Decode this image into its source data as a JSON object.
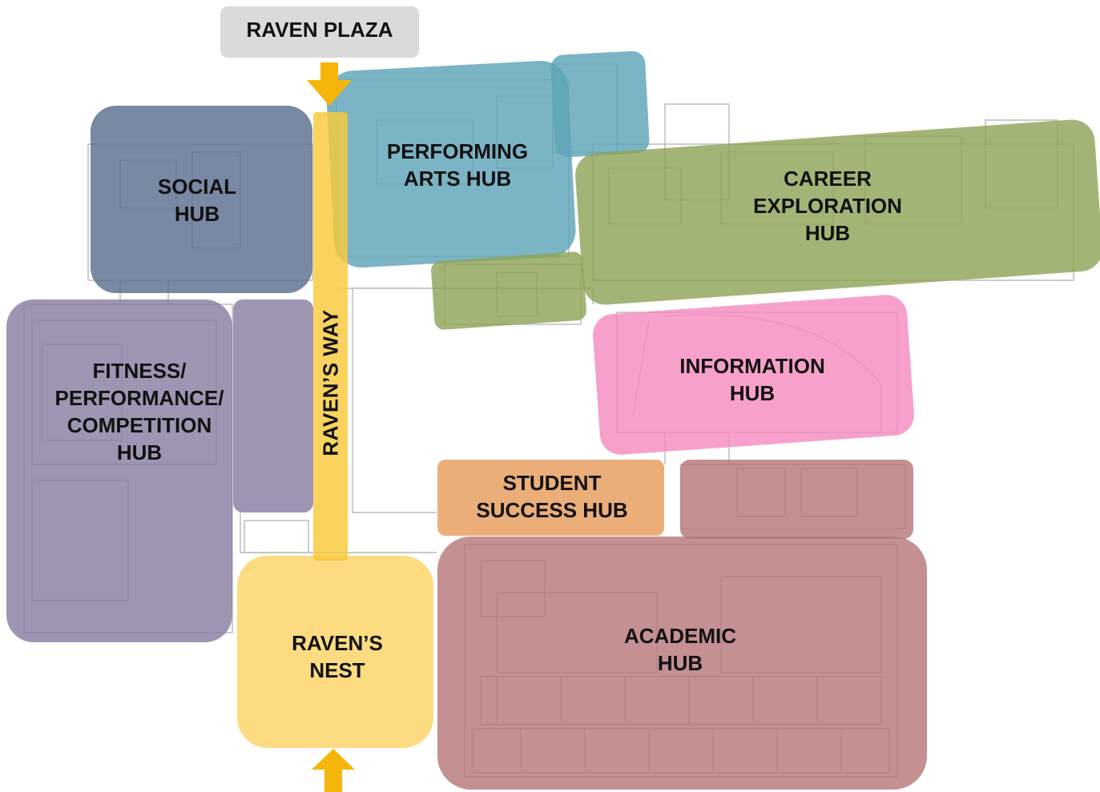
{
  "plaza": {
    "label": "RAVEN PLAZA"
  },
  "walkway": {
    "label": "RAVEN’S WAY"
  },
  "hubs": [
    {
      "name": "social-hub",
      "color": "#5b6e8f",
      "lines": [
        "SOCIAL",
        "HUB"
      ]
    },
    {
      "name": "performing-arts-hub",
      "color": "#5ea4b8",
      "lines": [
        "PERFORMING",
        "ARTS HUB"
      ]
    },
    {
      "name": "career-exploration-hub",
      "color": "#8fa558",
      "lines": [
        "CAREER",
        "EXPLORATION",
        "HUB"
      ]
    },
    {
      "name": "fitness-performance-competition-hub",
      "color": "#8a7ea2",
      "lines": [
        "FITNESS/",
        "PERFORMANCE/",
        "COMPETITION",
        "HUB"
      ]
    },
    {
      "name": "information-hub",
      "color": "#f58bbf",
      "lines": [
        "INFORMATION",
        "HUB"
      ]
    },
    {
      "name": "student-success-hub",
      "color": "#e79c5c",
      "lines": [
        "STUDENT",
        "SUCCESS HUB"
      ]
    },
    {
      "name": "ravens-nest",
      "color": "#fbd365",
      "lines": [
        "RAVEN’S",
        "NEST"
      ]
    },
    {
      "name": "academic-hub",
      "color": "#b7777a",
      "lines": [
        "ACADEMIC",
        "HUB"
      ]
    }
  ],
  "colors": {
    "walkway": "#f8c93a",
    "arrow": "#f6b50a",
    "plaza_tag": "#dadada"
  }
}
